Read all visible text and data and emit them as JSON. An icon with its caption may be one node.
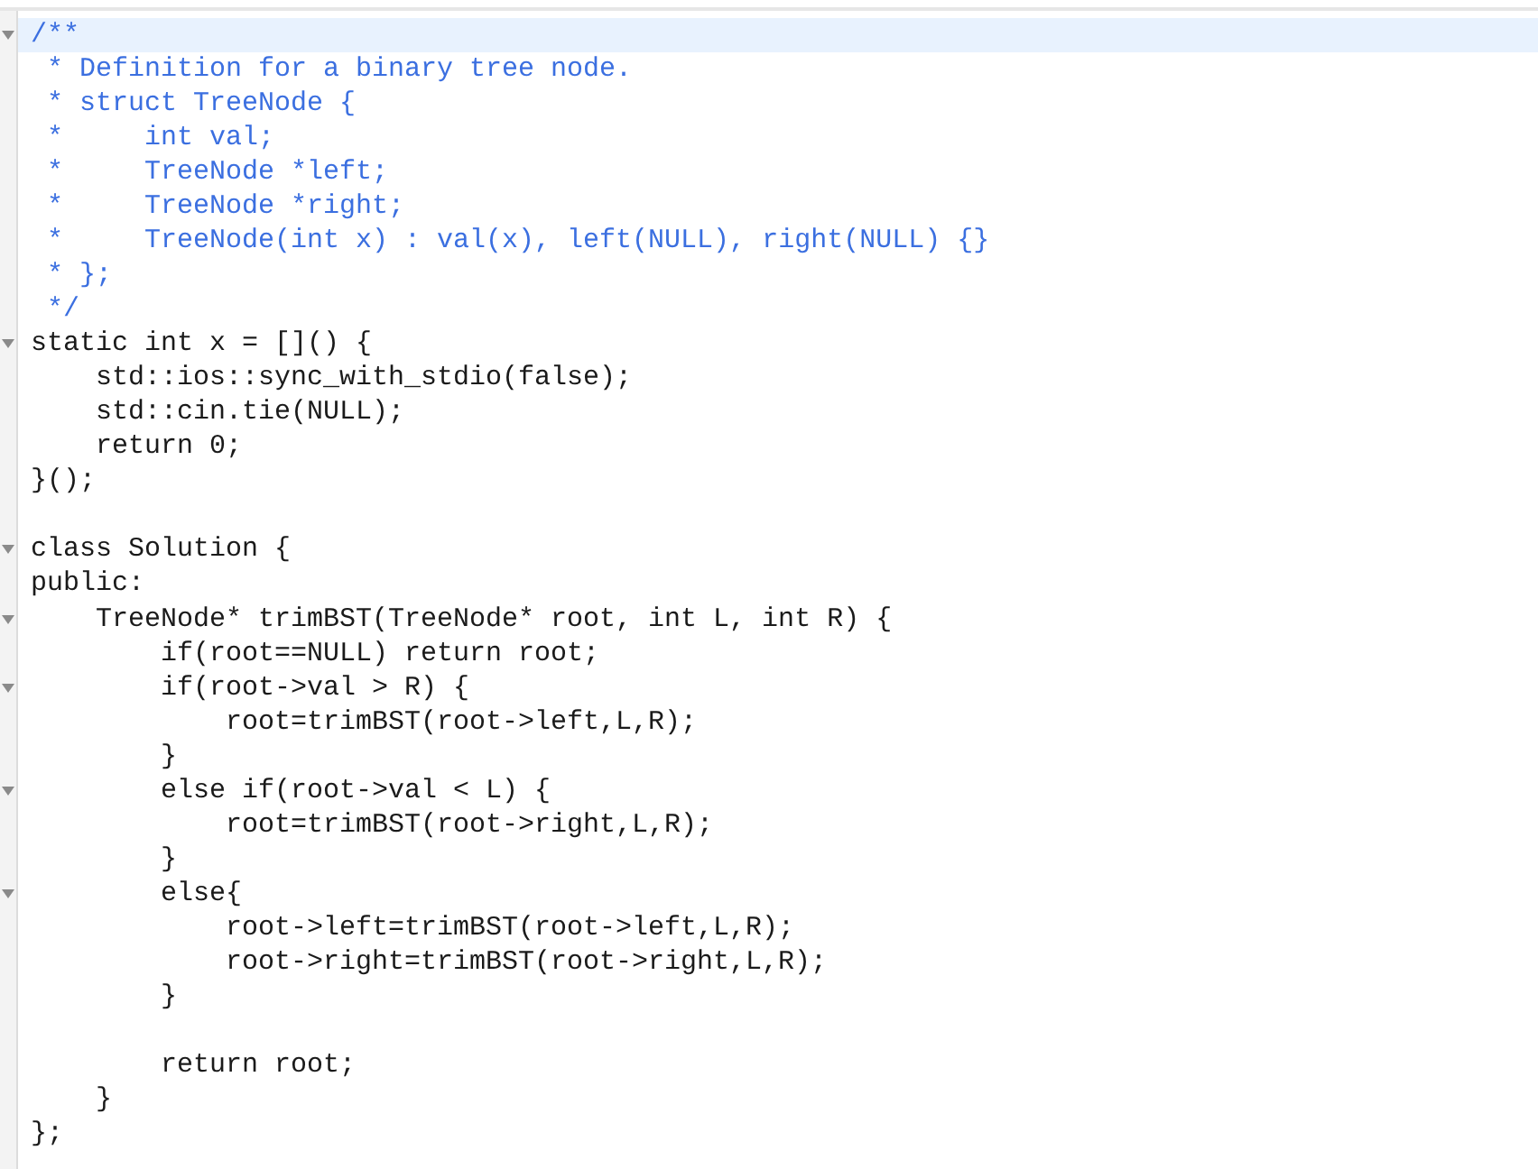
{
  "diagram": {
    "labels": [
      "/**",
      "* Definition for a binary tree node.",
      "* struct TreeNode {",
      "*     int val;",
      "*     TreeNode *left;",
      "*     TreeNode *right;",
      "*     TreeNode(int x) : val(x), left(NULL), right(NULL) {}",
      "* };",
      "*/",
      "static int x = []() {",
      "std::ios::sync_with_stdio(false);",
      "std::cin.tie(NULL);",
      "return 0;",
      "}();",
      "class Solution {",
      "public:",
      "TreeNode* trimBST(TreeNode* root, int L, int R) {",
      "if(root==NULL) return root;",
      "if(root->val > R) {",
      "root=trimBST(root->left,L,R);",
      "}",
      "else if(root->val < L) {",
      "root=trimBST(root->right,L,R);",
      "}",
      "else{",
      "root->left=trimBST(root->left,L,R);",
      "root->right=trimBST(root->right,L,R);",
      "}",
      "return root;",
      "}",
      "};"
    ]
  }
}
